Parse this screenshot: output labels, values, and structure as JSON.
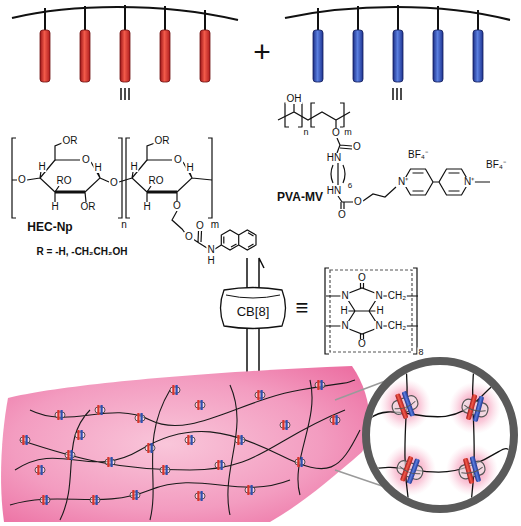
{
  "diagram": {
    "nodes": [
      {
        "text": [
          "CB[8]"
        ]
      }
    ],
    "labels": [
      "+",
      "HEC-Np",
      "R = -H, -CH₂CH₂OH",
      "PVA-MV",
      "O",
      "OR",
      "O",
      "H",
      "RO",
      "H",
      "H",
      "OR",
      "O",
      "n",
      "OR",
      "O",
      "H",
      "RO",
      "H",
      "H",
      "O",
      "m",
      "O",
      "O",
      "N",
      "H",
      "OH",
      "n",
      "O",
      "O",
      "HN",
      "6",
      "HN",
      "O",
      "O",
      "m",
      "N⁺",
      "N⁺",
      "BF₄⁻",
      "BF₄⁻",
      "≡",
      "O",
      "N",
      "N",
      "CH₂",
      "H",
      "H",
      "N",
      "N",
      "CH₂",
      "O",
      "8"
    ]
  }
}
